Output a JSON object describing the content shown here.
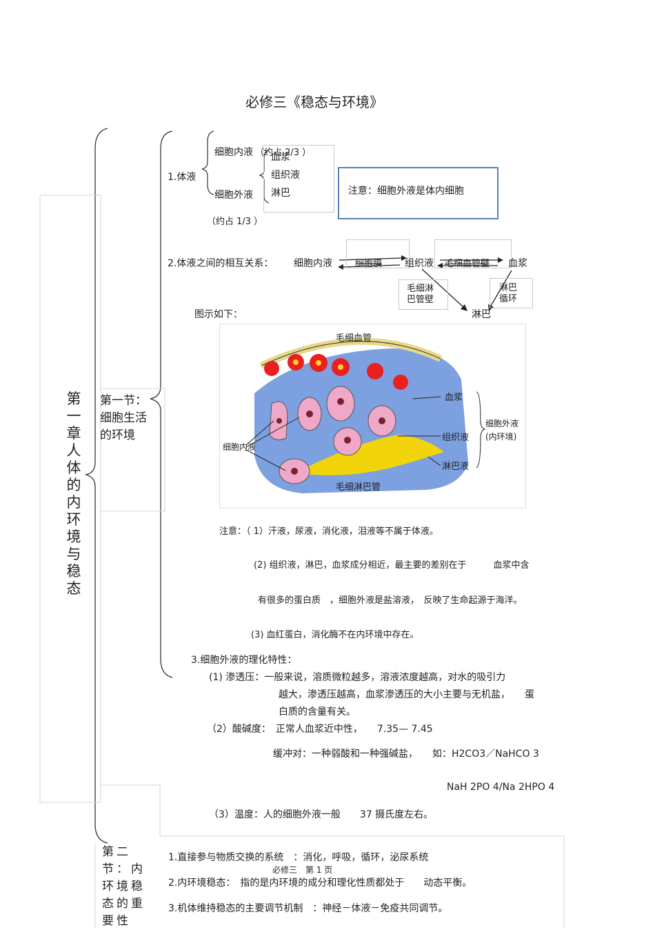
{
  "title": "必修三《稳态与环境》",
  "chapter": "第一章人体的内环境与稳态",
  "section1": {
    "label": "第一节：细胞生活的环境",
    "body_fluid": {
      "heading": "1.体液",
      "intracellular": "细胞内液",
      "intracellular_ratio": "（约占 2/3 ）",
      "extracellular": "细胞外液",
      "extracellular_ratio": "（约占 1/3 ）",
      "components": [
        "血浆",
        "组织液",
        "淋巴"
      ],
      "note": "注意：细胞外液是体内细胞"
    },
    "relation": {
      "heading": "2.体液之间的相互关系：",
      "n_intra": "细胞内液",
      "n_membrane": "细胞膜",
      "n_tissue": "组织液",
      "n_capwall": "毛细血管壁",
      "n_plasma": "血浆",
      "n_lymphwall": "毛细淋巴管壁",
      "n_circulation": "淋巴循环",
      "n_lymph": "淋巴"
    },
    "figure_caption": "图示如下：",
    "figure_labels": {
      "capillary": "毛细血管",
      "plasma": "血浆",
      "tissue": "组织液",
      "lymph": "淋巴液",
      "extracellular": "细胞外液",
      "inner_env": "(内环境)",
      "intracellular": "细胞内液",
      "lymph_vessel": "毛细淋巴管"
    },
    "notes": [
      "注意：（ 1）汗液，尿液，消化液，泪液等不属于体液。",
      "(2) 组织液，淋巴，血浆成分相近，最主要的差别在于　　　血浆中含",
      "有很多的蛋白质　，细胞外液是盐溶液，　反映了生命起源于海洋。",
      "(3) 血红蛋白，消化酶不在内环境中存在。"
    ],
    "properties": {
      "heading": "3.细胞外液的理化特性：",
      "osmotic_1": "(1) 渗透压：一般来说，溶质微粒越多，溶液浓度越高，对水的吸引力",
      "osmotic_2": "越大，渗透压越高，血浆渗透压的大小主要与无机盐，　　蛋",
      "osmotic_3": "白质的含量有关。",
      "ph": "（2）酸碱度：　正常人血浆近中性，　　7.35— 7.45",
      "buffer": "缓冲对：一种弱酸和一种强碱盐，　　如：H2CO3／NaHCO 3",
      "buffer2": "NaH 2PO 4/Na 2HPO 4",
      "temp": "（3）温度：人的细胞外液一般　　37 摄氏度左右。"
    }
  },
  "section2": {
    "label": "第二节：内环境稳态的重要性",
    "items": [
      "1.直接参与物质交换的系统　：消化，呼吸，循环，泌尿系统",
      "2.内环境稳态：　指的是内环境的成分和理化性质都处于　　动态平衡。",
      "3.机体维持稳态的主要调节机制　：神经－体液－免疫共同调节。"
    ]
  },
  "footer": "必修三　第 1 页",
  "colors": {
    "note_border": "#5a7fb8",
    "lymph": "#f2d40a",
    "tissue_bg": "#7da0e0",
    "cell": "#f0a8c8"
  }
}
